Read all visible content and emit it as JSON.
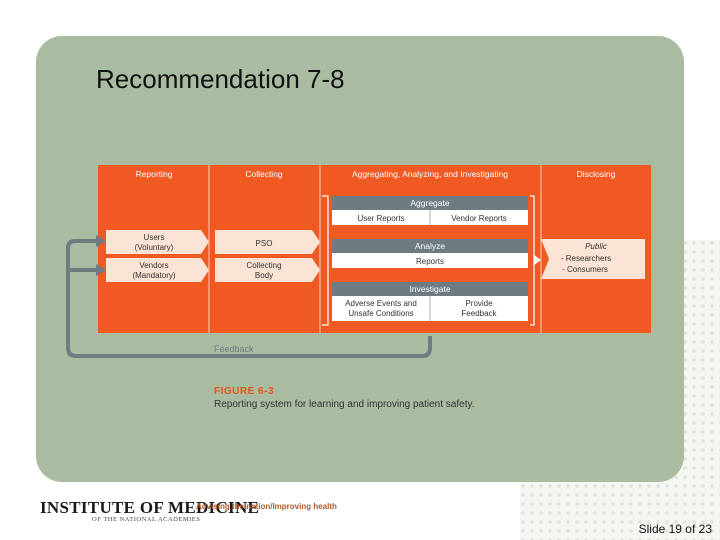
{
  "slide": {
    "title": "Recommendation 7-8",
    "slide_number": "Slide 19 of 23"
  },
  "footer": {
    "logo": "INSTITUTE OF MEDICINE",
    "logo_sub": "OF THE NATIONAL ACADEMIES",
    "tagline": "Advising the nation/Improving health"
  },
  "figure": {
    "label": "FIGURE 6-3",
    "caption": "Reporting system for learning and improving patient safety.",
    "columns": {
      "reporting": "Reporting",
      "collecting": "Collecting",
      "aggregating": "Aggregating, Analyzing, and Investigating",
      "disclosing": "Disclosing"
    },
    "reporting_boxes": {
      "users_1": "Users",
      "users_2": "(Voluntary)",
      "vendors_1": "Vendors",
      "vendors_2": "(Mandatory)"
    },
    "collecting_boxes": {
      "pso": "PSO",
      "body_1": "Collecting",
      "body_2": "Body"
    },
    "aggregate": {
      "title": "Aggregate",
      "left": "User Reports",
      "right": "Vendor Reports"
    },
    "analyze": {
      "title": "Analyze",
      "item": "Reports"
    },
    "investigate": {
      "title": "Investigate",
      "left_1": "Adverse Events and",
      "left_2": "Unsafe Conditions",
      "right_1": "Provide",
      "right_2": "Feedback"
    },
    "disclosing_box": {
      "public": "Public",
      "researchers": "- Researchers",
      "consumers": "- Consumers"
    },
    "feedback": "Feedback"
  },
  "colors": {
    "orange": "#f05a22",
    "slate": "#6e7b80",
    "panel": "#a9bba0",
    "light_box": "#fbe3d5"
  }
}
